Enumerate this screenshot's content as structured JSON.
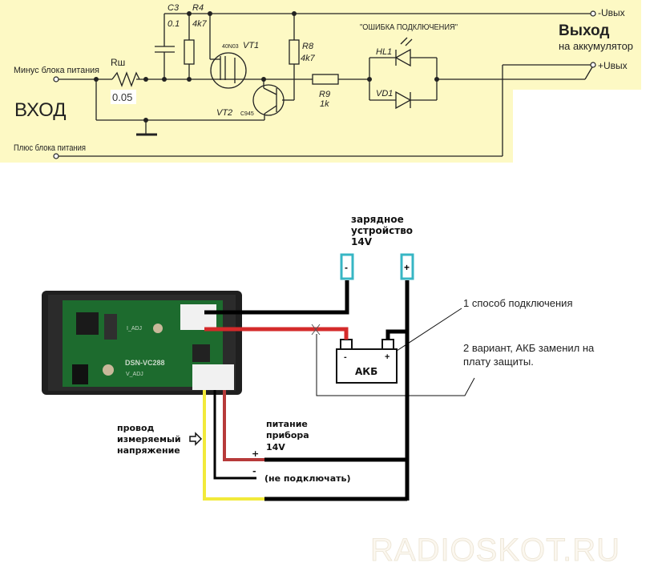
{
  "schematic": {
    "background_color": "#fdf9c4",
    "input_label": "ВХОД",
    "minus_supply_label": "Минус блока питания",
    "plus_supply_label": "Плюс блока питания",
    "output_title": "Выход",
    "output_subtitle": "на аккумулятор",
    "minus_out_label": "-Uвых",
    "plus_out_label": "+Uвых",
    "led_caption": "\"ОШИБКА ПОДКЛЮЧЕНИЯ\"",
    "components": {
      "shunt": {
        "ref": "Rш",
        "value": "0.05"
      },
      "c3": {
        "ref": "C3",
        "value": "0.1"
      },
      "r4": {
        "ref": "R4",
        "value": "4k7"
      },
      "vt1": {
        "ref": "VT1",
        "part": "40N03"
      },
      "r8": {
        "ref": "R8",
        "value": "4k7"
      },
      "vt2": {
        "ref": "VT2",
        "part": "C945"
      },
      "r9": {
        "ref": "R9",
        "value": "1k"
      },
      "hl1": {
        "ref": "HL1"
      },
      "vd1": {
        "ref": "VD1"
      }
    }
  },
  "wiring": {
    "charger_label_1": "зарядное",
    "charger_label_2": "устройство",
    "charger_label_3": "14V",
    "charger_minus": "-",
    "charger_plus": "+",
    "battery_label": "АКБ",
    "battery_minus": "-",
    "battery_plus": "+",
    "note_1": "1 способ подключения",
    "note_2_line1": "2 вариант, АКБ заменил на",
    "note_2_line2": "плату защиты.",
    "measured_wire_1": "провод",
    "measured_wire_2": "измеряемый",
    "measured_wire_3": "напряжение",
    "power_label_1": "питание",
    "power_label_2": "прибора",
    "power_label_3": "14V",
    "power_plus": "+",
    "power_minus": "-",
    "do_not_connect": "(не подключать)",
    "module_model": "DSN-VC288",
    "module_vadj": "V_ADJ",
    "module_iadj": "I_ADJ",
    "wire_colors": {
      "black": "#000000",
      "red": "#d42a2a",
      "yellow": "#f2ea3a",
      "terminal": "#37b6c4"
    }
  },
  "watermark": "RADIOSKOT.RU"
}
